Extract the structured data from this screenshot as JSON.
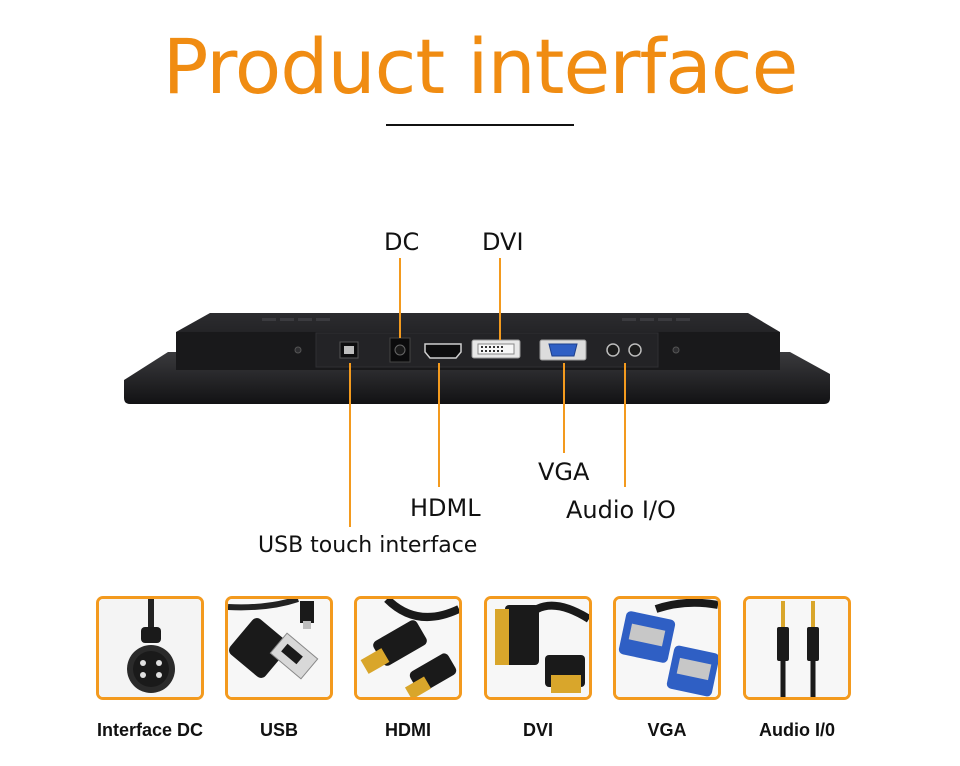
{
  "title": "Product interface",
  "callouts": {
    "dc": "DC",
    "dvi": "DVI",
    "vga": "VGA",
    "hdmi": "HDML",
    "audio": "Audio I/O",
    "usb": "USB touch interface"
  },
  "tiles": [
    {
      "label": "Interface DC"
    },
    {
      "label": "USB"
    },
    {
      "label": "HDMI"
    },
    {
      "label": "DVI"
    },
    {
      "label": "VGA"
    },
    {
      "label": "Audio I/0"
    }
  ],
  "colors": {
    "accent": "#f08c12",
    "lead_line": "#f39a1e",
    "device_body": "#1c1c1e",
    "vga_blue": "#2f5fc4",
    "gold": "#d9a62b"
  }
}
